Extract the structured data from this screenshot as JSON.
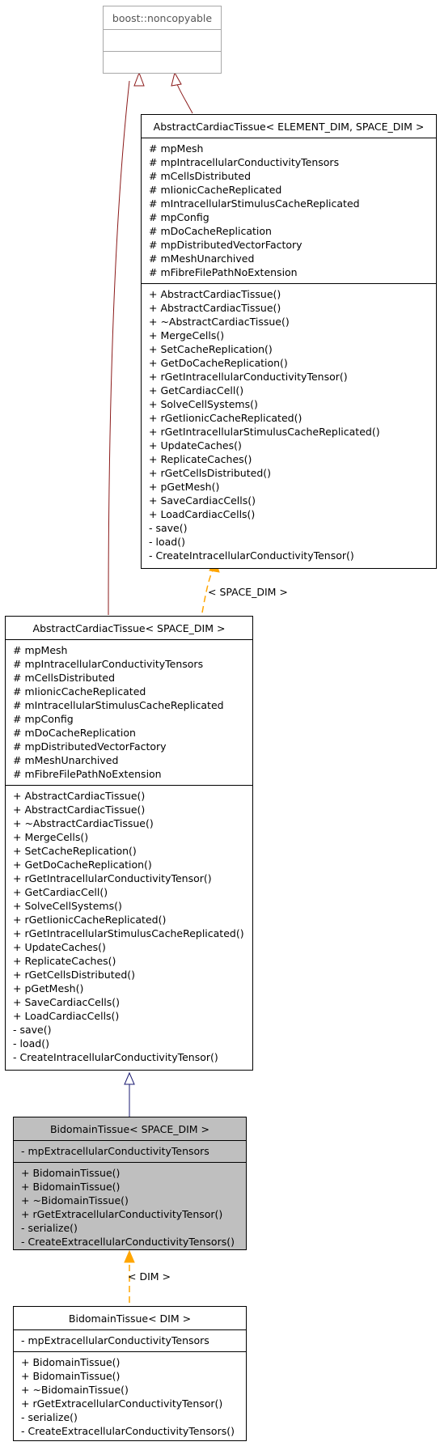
{
  "noncopyable": {
    "name": "boost::noncopyable"
  },
  "abstract_elem": {
    "name": "AbstractCardiacTissue< ELEMENT_DIM, SPACE_DIM >",
    "attributes": [
      "# mpMesh",
      "# mpIntracellularConductivityTensors",
      "# mCellsDistributed",
      "# mIionicCacheReplicated",
      "# mIntracellularStimulusCacheReplicated",
      "# mpConfig",
      "# mDoCacheReplication",
      "# mpDistributedVectorFactory",
      "# mMeshUnarchived",
      "# mFibreFilePathNoExtension"
    ],
    "methods": [
      "+ AbstractCardiacTissue()",
      "+ AbstractCardiacTissue()",
      "+ ~AbstractCardiacTissue()",
      "+ MergeCells()",
      "+ SetCacheReplication()",
      "+ GetDoCacheReplication()",
      "+ rGetIntracellularConductivityTensor()",
      "+ GetCardiacCell()",
      "+ SolveCellSystems()",
      "+ rGetIionicCacheReplicated()",
      "+ rGetIntracellularStimulusCacheReplicated()",
      "+ UpdateCaches()",
      "+ ReplicateCaches()",
      "+ rGetCellsDistributed()",
      "+ pGetMesh()",
      "+ SaveCardiacCells()",
      "+ LoadCardiacCells()",
      "- save()",
      "- load()",
      "- CreateIntracellularConductivityTensor()"
    ]
  },
  "abstract_space": {
    "name": "AbstractCardiacTissue< SPACE_DIM >",
    "attributes": [
      "# mpMesh",
      "# mpIntracellularConductivityTensors",
      "# mCellsDistributed",
      "# mIionicCacheReplicated",
      "# mIntracellularStimulusCacheReplicated",
      "# mpConfig",
      "# mDoCacheReplication",
      "# mpDistributedVectorFactory",
      "# mMeshUnarchived",
      "# mFibreFilePathNoExtension"
    ],
    "methods": [
      "+ AbstractCardiacTissue()",
      "+ AbstractCardiacTissue()",
      "+ ~AbstractCardiacTissue()",
      "+ MergeCells()",
      "+ SetCacheReplication()",
      "+ GetDoCacheReplication()",
      "+ rGetIntracellularConductivityTensor()",
      "+ GetCardiacCell()",
      "+ SolveCellSystems()",
      "+ rGetIionicCacheReplicated()",
      "+ rGetIntracellularStimulusCacheReplicated()",
      "+ UpdateCaches()",
      "+ ReplicateCaches()",
      "+ rGetCellsDistributed()",
      "+ pGetMesh()",
      "+ SaveCardiacCells()",
      "+ LoadCardiacCells()",
      "- save()",
      "- load()",
      "- CreateIntracellularConductivityTensor()"
    ]
  },
  "bidomain_space": {
    "name": "BidomainTissue< SPACE_DIM >",
    "attributes": [
      "- mpExtracellularConductivityTensors"
    ],
    "methods": [
      "+ BidomainTissue()",
      "+ BidomainTissue()",
      "+ ~BidomainTissue()",
      "+ rGetExtracellularConductivityTensor()",
      "- serialize()",
      "- CreateExtracellularConductivityTensors()"
    ]
  },
  "bidomain_dim": {
    "name": "BidomainTissue< DIM >",
    "attributes": [
      "- mpExtracellularConductivityTensors"
    ],
    "methods": [
      "+ BidomainTissue()",
      "+ BidomainTissue()",
      "+ ~BidomainTissue()",
      "+ rGetExtracellularConductivityTensor()",
      "- serialize()",
      "- CreateExtracellularConductivityTensors()"
    ]
  },
  "edge_labels": {
    "space_dim": "< SPACE_DIM >",
    "dim": "< DIM >"
  },
  "colors": {
    "inherit_public": "#8b1a1a",
    "inherit_protected": "#191970",
    "template_instance": "#ffa500",
    "highlight": "#bfbfbf"
  }
}
